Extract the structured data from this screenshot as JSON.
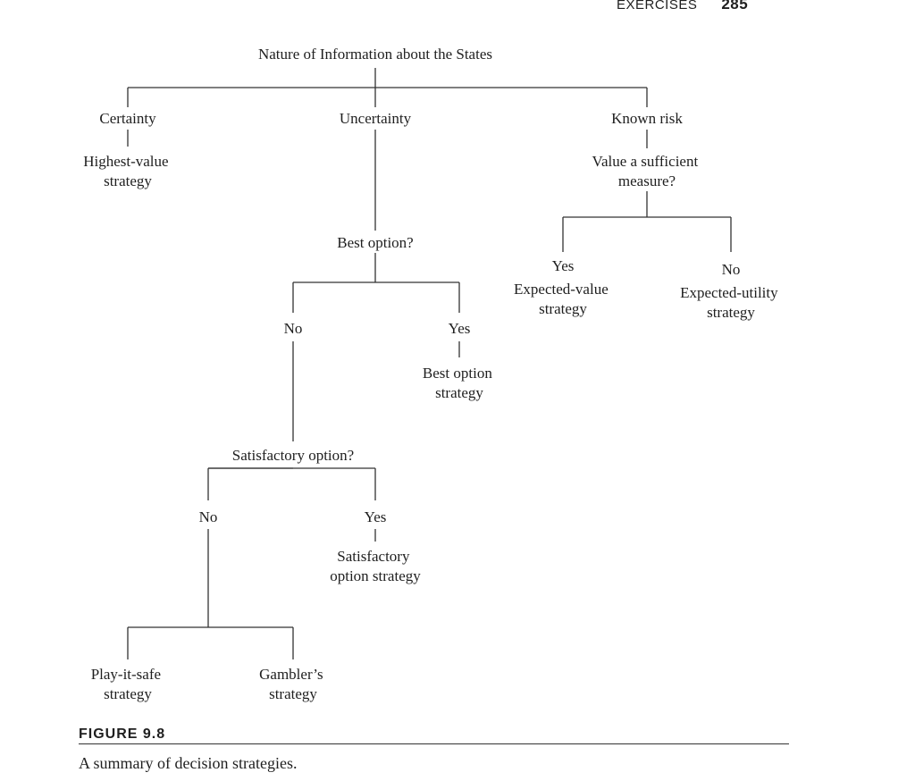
{
  "running_head": {
    "section": "Exercises",
    "page": "285"
  },
  "figure": {
    "label": "Figure 9.8",
    "caption": "A summary of decision strategies."
  },
  "nodes": {
    "root": "Nature of Information about the States",
    "certainty": "Certainty",
    "highest_value": [
      "Highest-value",
      "strategy"
    ],
    "uncertainty": "Uncertainty",
    "known_risk": "Known risk",
    "value_sufficient": [
      "Value a sufficient",
      "measure?"
    ],
    "risk_yes": "Yes",
    "expected_value": [
      "Expected-value",
      "strategy"
    ],
    "risk_no": "No",
    "expected_utility": [
      "Expected-utility",
      "strategy"
    ],
    "best_option_q": "Best option?",
    "best_no": "No",
    "best_yes": "Yes",
    "best_option_strategy": [
      "Best option",
      "strategy"
    ],
    "satisfactory_q": "Satisfactory option?",
    "sat_no": "No",
    "sat_yes": "Yes",
    "satisfactory_strategy": [
      "Satisfactory",
      "option strategy"
    ],
    "play_it_safe": [
      "Play-it-safe",
      "strategy"
    ],
    "gambler": [
      "Gambler’s",
      "strategy"
    ]
  }
}
